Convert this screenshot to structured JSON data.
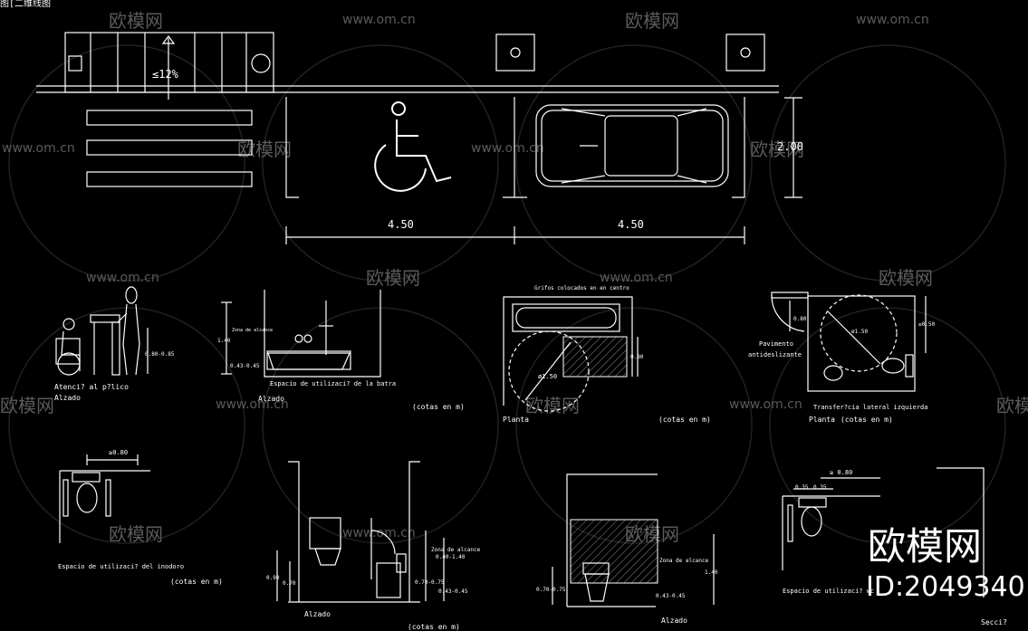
{
  "window": {
    "title_fragment": "图[二维线图"
  },
  "ramp": {
    "slope_label": "≤12%"
  },
  "parking": {
    "width_left": "4.50",
    "width_right": "4.50",
    "depth": "2.00"
  },
  "counter": {
    "title": "Atenci? al p?lico",
    "subtitle": "Alzado",
    "height": "0.80-0.85"
  },
  "bath": {
    "title": "Espacio de utilizaci? de la batra",
    "subtitle": "Alzado",
    "reach_label": "Zona de alcance",
    "h1": "1.40",
    "h2": "0.43-0.45",
    "units": "(cotas en m)"
  },
  "planta1": {
    "title": "Grifos colocados en en centro",
    "circle": "ø1.50",
    "dim": "0.80",
    "label": "Planta",
    "units": "(cotas en m)"
  },
  "planta2": {
    "circle": "ø1.50",
    "dim_a": "0.80",
    "dim_b": "≥0.50",
    "floor_label_1": "Pavimento",
    "floor_label_2": "antideslizante",
    "transfer": "Transfer?cia lateral izquierda",
    "label": "Planta",
    "units": "(cotas en m)"
  },
  "wc1": {
    "dim": "≥0.80",
    "title": "Espacio de utilizaci? del inodoro",
    "units": "(cotas en m)"
  },
  "wc2": {
    "reach_label_1": "Zona de alcance",
    "reach_label_2": "0.40-1.40",
    "h_a": "0.70-0.75",
    "h_b": "0.43-0.45",
    "h_c": "0.90",
    "h_d": "0.70",
    "label": "Alzado",
    "units": "(cotas en m)"
  },
  "wc3": {
    "reach_label": "Zona de alcance",
    "h1": "1.40",
    "h2": "0.70-0.75",
    "h3": "0.43-0.45",
    "label": "Alzado"
  },
  "wc4": {
    "dim_a": "≥ 0.80",
    "dim_b": "0.35",
    "dim_c": "0.35",
    "title": "Espacio de utilizaci? wc",
    "section": "Secci?"
  },
  "watermark": {
    "url": "www.om.cn",
    "brand": "欧模网",
    "brand_big": "欧模网",
    "id": "ID:2049340"
  },
  "colors": {
    "background": "#000000",
    "line": "#ffffff",
    "watermark": "#5a5a5a"
  }
}
